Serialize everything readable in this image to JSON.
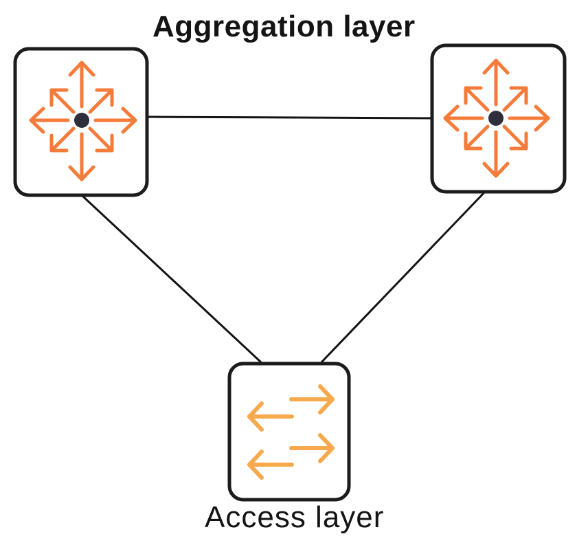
{
  "title_top": "Aggregation layer",
  "title_bottom": "Access layer",
  "nodes": [
    {
      "id": "agg-left",
      "type": "layer-3-switch",
      "layer": "Aggregation layer",
      "icon": "multilayer-switch-icon"
    },
    {
      "id": "agg-right",
      "type": "layer-3-switch",
      "layer": "Aggregation layer",
      "icon": "multilayer-switch-icon"
    },
    {
      "id": "access",
      "type": "layer-2-switch",
      "layer": "Access layer",
      "icon": "switch-icon"
    }
  ],
  "links": [
    {
      "from": "agg-left",
      "to": "agg-right"
    },
    {
      "from": "agg-left",
      "to": "access"
    },
    {
      "from": "agg-right",
      "to": "access"
    }
  ],
  "colors": {
    "l3_arrow": "#f47b3a",
    "l2_arrow": "#f7a94e",
    "hub_dot": "#2e2f3a",
    "box_border": "#1c1c1c",
    "link": "#141414"
  }
}
